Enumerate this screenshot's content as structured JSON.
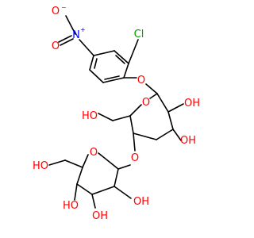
{
  "atoms": {
    "nitro_o_minus": "O",
    "nitro_minus": "−",
    "nitro_n": "N",
    "nitro_plus": "+",
    "nitro_o2": "O",
    "cl": "Cl",
    "o_link1": "O",
    "ring1_o": "O",
    "oh_2": "OH",
    "oh_3": "OH",
    "ho_6": "HO",
    "o_link2": "O",
    "ring2_o": "O",
    "ho_6b": "HO",
    "ho_4b": "HO",
    "oh_2b": "OH",
    "oh_3b": "OH"
  },
  "colors": {
    "bond": "#000000",
    "oxygen": "#ff0000",
    "nitrogen": "#0000ff",
    "chlorine": "#00a000"
  }
}
